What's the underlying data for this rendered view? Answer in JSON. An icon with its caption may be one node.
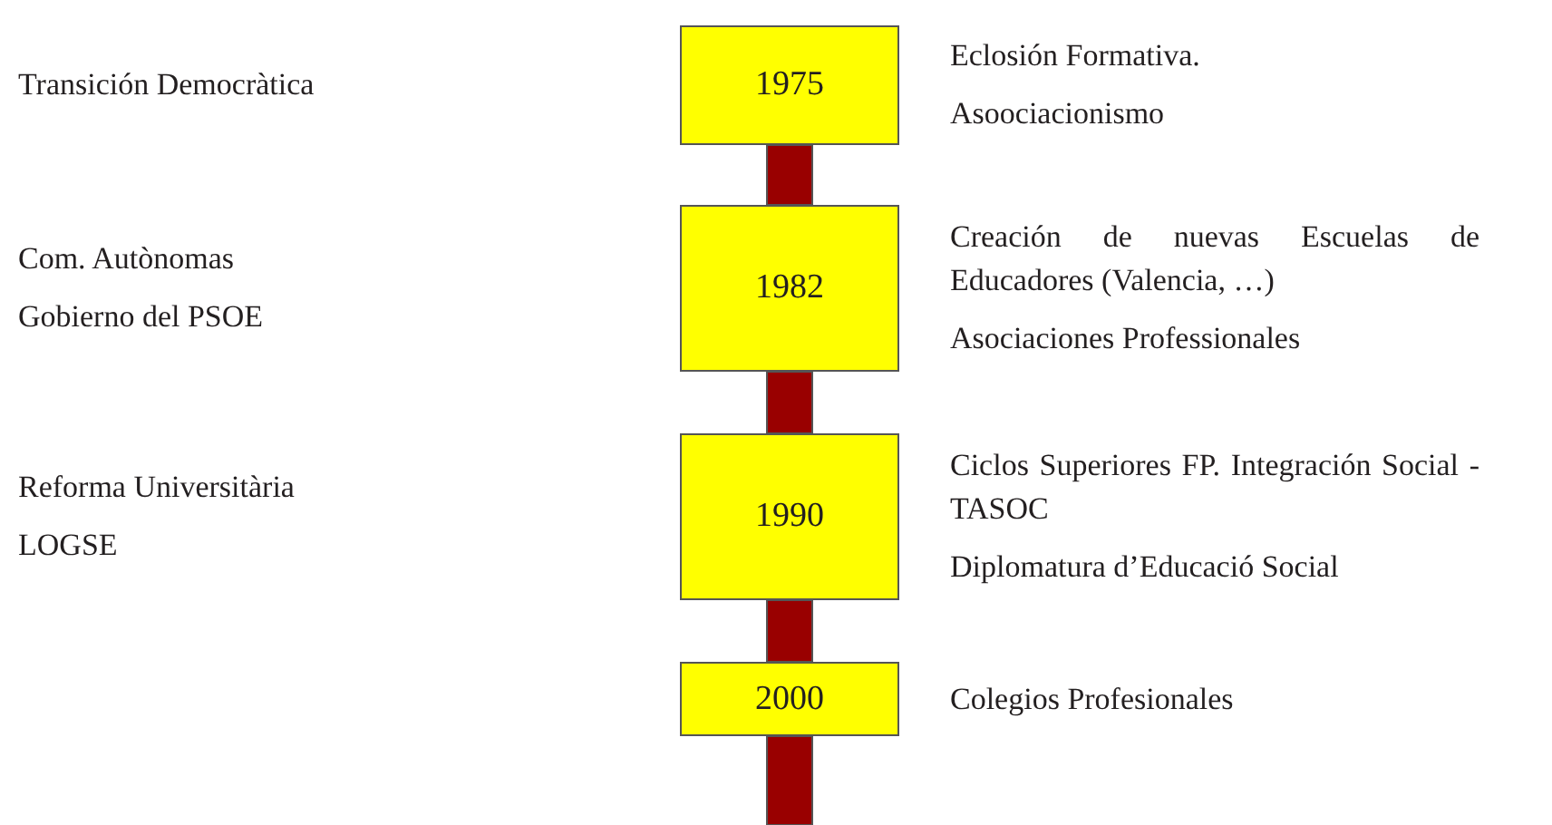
{
  "diagram": {
    "nodes": [
      {
        "text": [
          "1975"
        ],
        "beside": [
          "Eclosión Formativa.",
          "Asoociacionismo"
        ]
      },
      {
        "text": [
          "1982"
        ],
        "beside": [
          "Creación de nuevas Escuelas de Educadores (Valencia, …)",
          "Asociaciones Professionales"
        ]
      },
      {
        "text": [
          "1990"
        ],
        "beside": [
          "Ciclos Superiores FP. Integración Social - TASOC",
          "Diplomatura d’Educació Social"
        ]
      },
      {
        "text": [
          "2000"
        ],
        "beside": [
          "Colegios Profesionales"
        ]
      }
    ],
    "edges": [
      {
        "from": 0,
        "to": 1,
        "arrow": "none"
      },
      {
        "from": 1,
        "to": 2,
        "arrow": "none"
      },
      {
        "from": 2,
        "to": 3,
        "arrow": "none"
      },
      {
        "from": 3,
        "to": null,
        "arrow": "none"
      }
    ],
    "labels": [
      "Transición Democràtica",
      "Com. Autònomas",
      "Gobierno del PSOE",
      "Reforma Universitària",
      "LOGSE"
    ]
  }
}
